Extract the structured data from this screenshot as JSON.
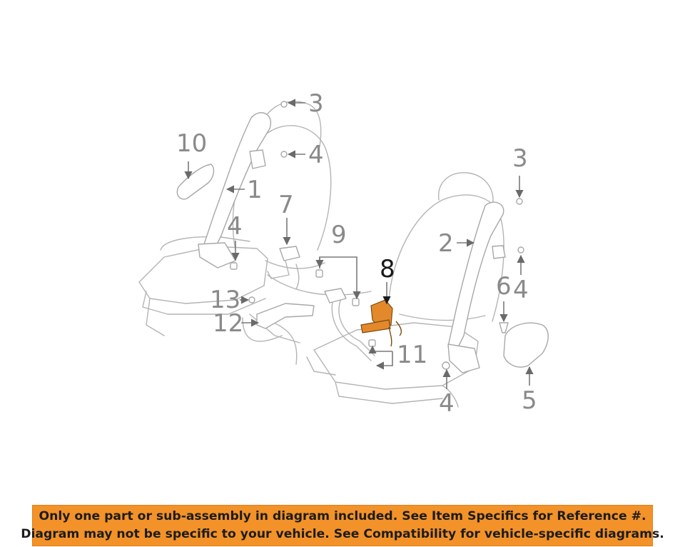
{
  "diagram": {
    "callouts": {
      "c1": "1",
      "c2": "2",
      "c3a": "3",
      "c3b": "3",
      "c4a": "4",
      "c4b": "4",
      "c4c": "4",
      "c4d": "4",
      "c5": "5",
      "c6": "6",
      "c7": "7",
      "c8": "8",
      "c9": "9",
      "c10": "10",
      "c11": "11",
      "c12": "12",
      "c13": "13"
    },
    "highlight_color": "#e3892c"
  },
  "banner": {
    "line1": "Only one part or sub-assembly in diagram included. See Item Specifics for Reference #.",
    "line2": "Diagram may not be specific to your vehicle. See Compatibility for vehicle-specific diagrams.",
    "background": "#f39229"
  }
}
